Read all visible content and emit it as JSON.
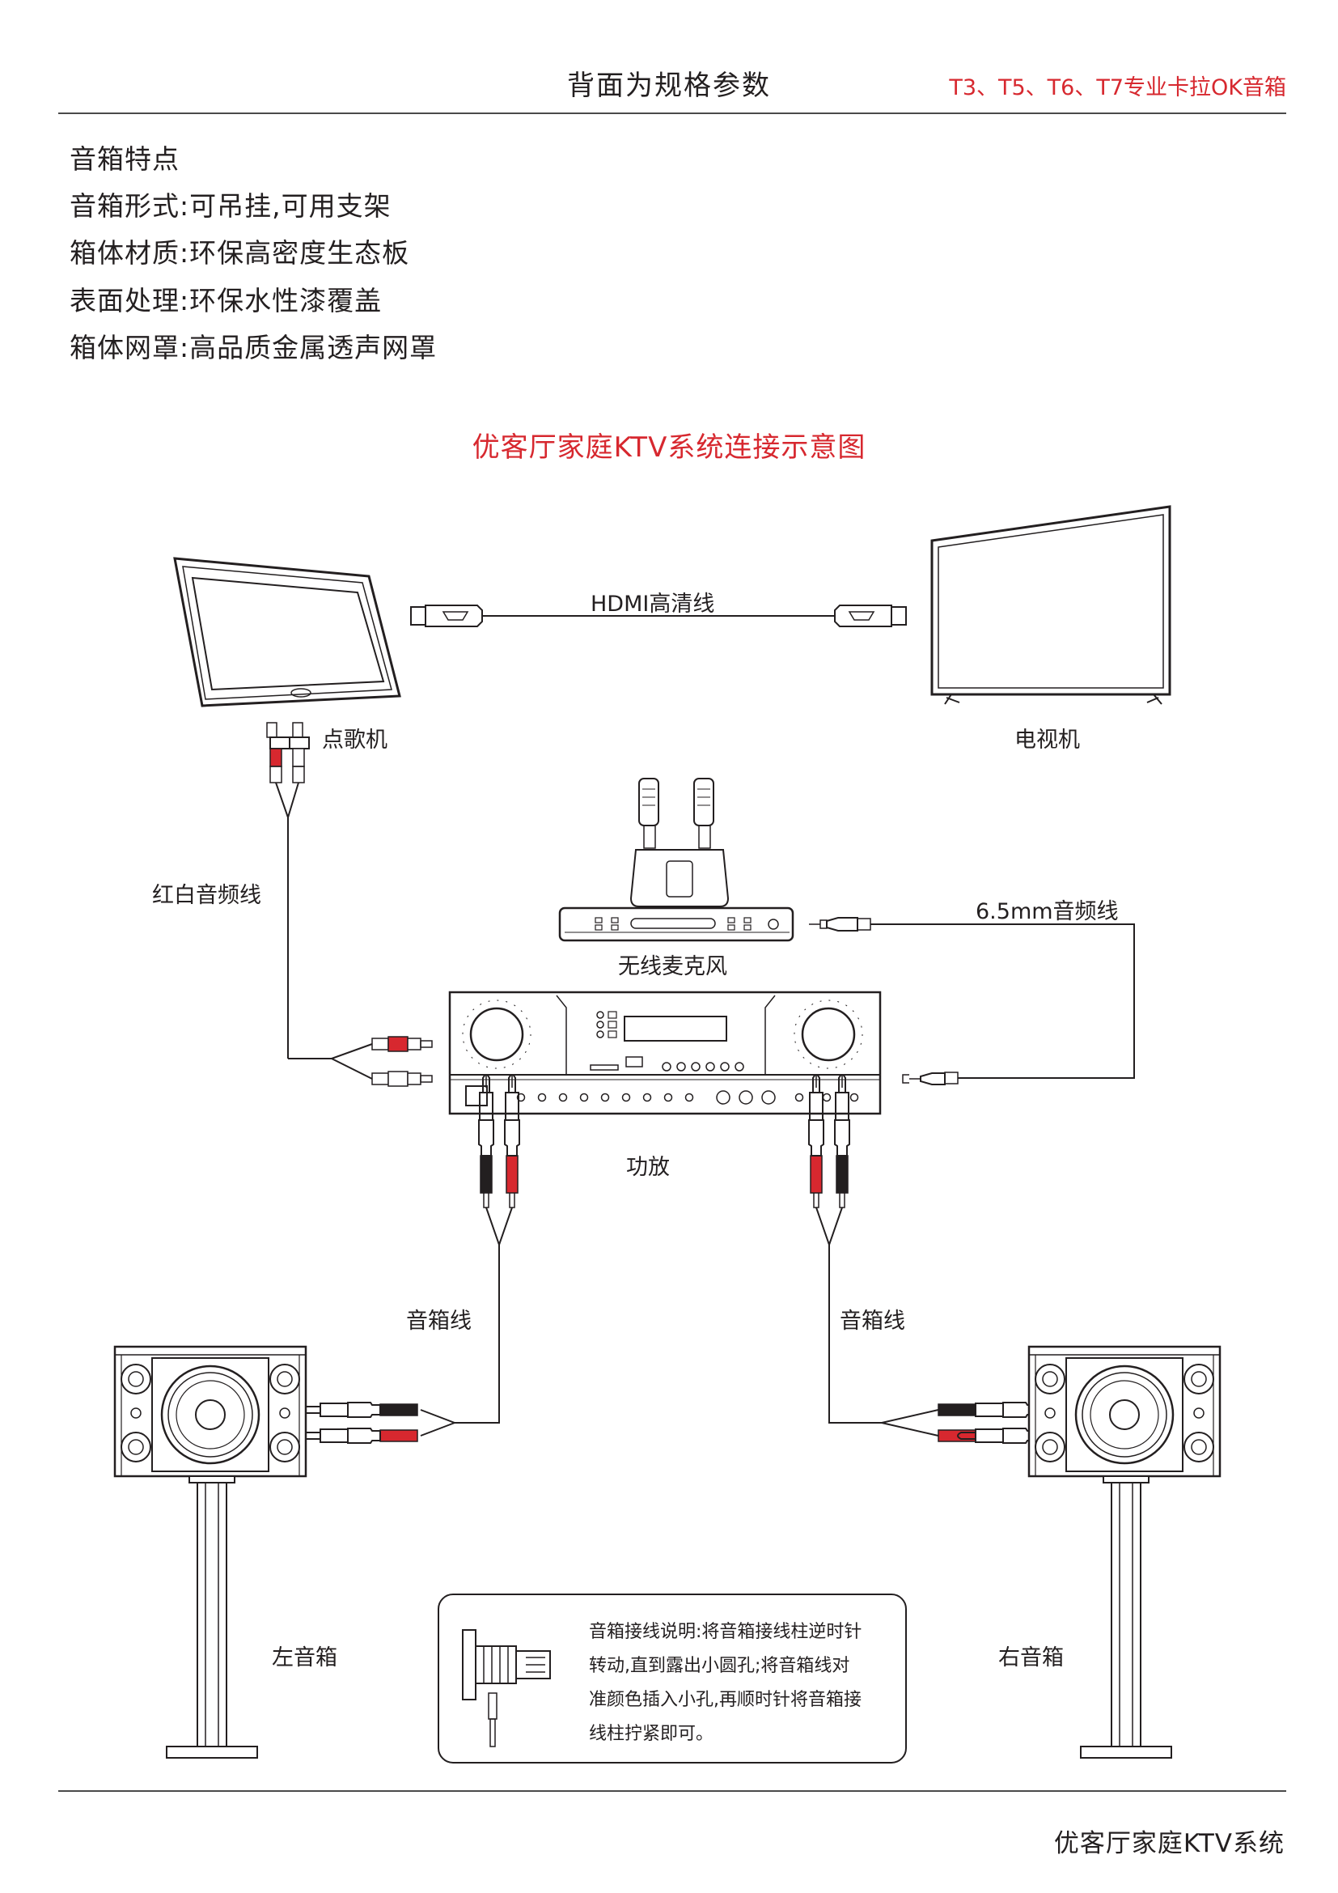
{
  "header": {
    "title": "背面为规格参数",
    "model": "T3、T5、T6、T7专业卡拉OK音箱"
  },
  "features": [
    "音箱特点",
    "音箱形式:可吊挂,可用支架",
    "箱体材质:环保高密度生态板",
    "表面处理:环保水性漆覆盖",
    "箱体网罩:高品质金属透声网罩"
  ],
  "diagram": {
    "title": "优客厅家庭KTV系统连接示意图",
    "labels": {
      "hdmi": "HDMI高清线",
      "jukebox": "点歌机",
      "tv": "电视机",
      "rca": "红白音频线",
      "audio65": "6.5mm音频线",
      "mic": "无线麦克风",
      "amp": "功放",
      "spk_cable_left": "音箱线",
      "spk_cable_right": "音箱线",
      "left_speaker": "左音箱",
      "right_speaker": "右音箱"
    },
    "note": [
      "音箱接线说明:将音箱接线柱逆时针",
      "转动,直到露出小圆孔;将音箱线对",
      "准颜色插入小孔,再顺时针将音箱接",
      "线柱拧紧即可。"
    ]
  },
  "colors": {
    "accent": "#d7282f",
    "line": "#231f20"
  },
  "footer": "优客厅家庭KTV系统"
}
